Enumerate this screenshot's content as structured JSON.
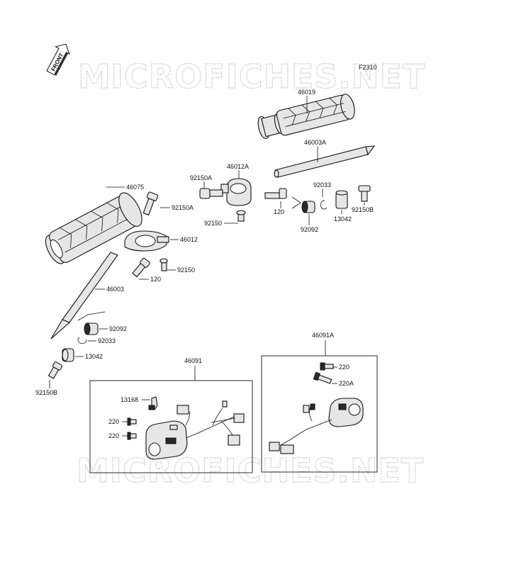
{
  "figure_code": "F2310",
  "watermark": "MICROFICHES.NET",
  "front_marker": "FRONT",
  "parts": {
    "p46019": "46019",
    "p46003A": "46003A",
    "p46012A": "46012A",
    "p92150A_top": "92150A",
    "p92150A_left": "92150A",
    "p92033_r": "92033",
    "p120_r": "120",
    "p92150_r": "92150",
    "p92092_r": "92092",
    "p13042_r": "13042",
    "p92150B_r": "92150B",
    "p46075": "46075",
    "p46012": "46012",
    "p92150_l": "92150",
    "p120_l": "120",
    "p46003": "46003",
    "p92092_l": "92092",
    "p92033_l": "92033",
    "p13042_l": "13042",
    "p92150B_l": "92150B",
    "p46091": "46091",
    "p13168": "13168",
    "p220_a": "220",
    "p220_b": "220",
    "p46091A": "46091A",
    "p220_c": "220",
    "p220A": "220A"
  }
}
